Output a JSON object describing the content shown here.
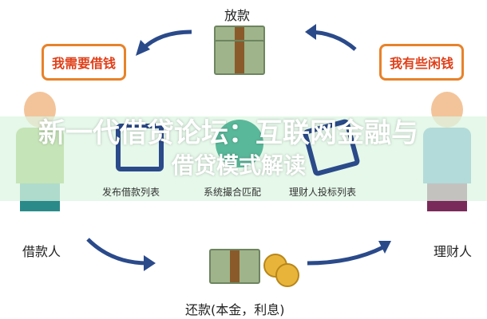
{
  "top_label": "放款",
  "bottom_label": "还款(本金，利息)",
  "borrower": {
    "bubble": "我需要借钱",
    "label": "借款人"
  },
  "lender": {
    "bubble": "我有些闲钱",
    "label": "理财人"
  },
  "steps": [
    "发布借款列表",
    "系统撮合匹配",
    "理财人投标列表"
  ],
  "overlay": {
    "line1": "新一代借贷论坛：互联网金融与",
    "line2": "借贷模式解读"
  },
  "colors": {
    "arrow": "#2a4a8a",
    "bubble_border": "#e8822a",
    "bubble_text": "#e0401a"
  }
}
